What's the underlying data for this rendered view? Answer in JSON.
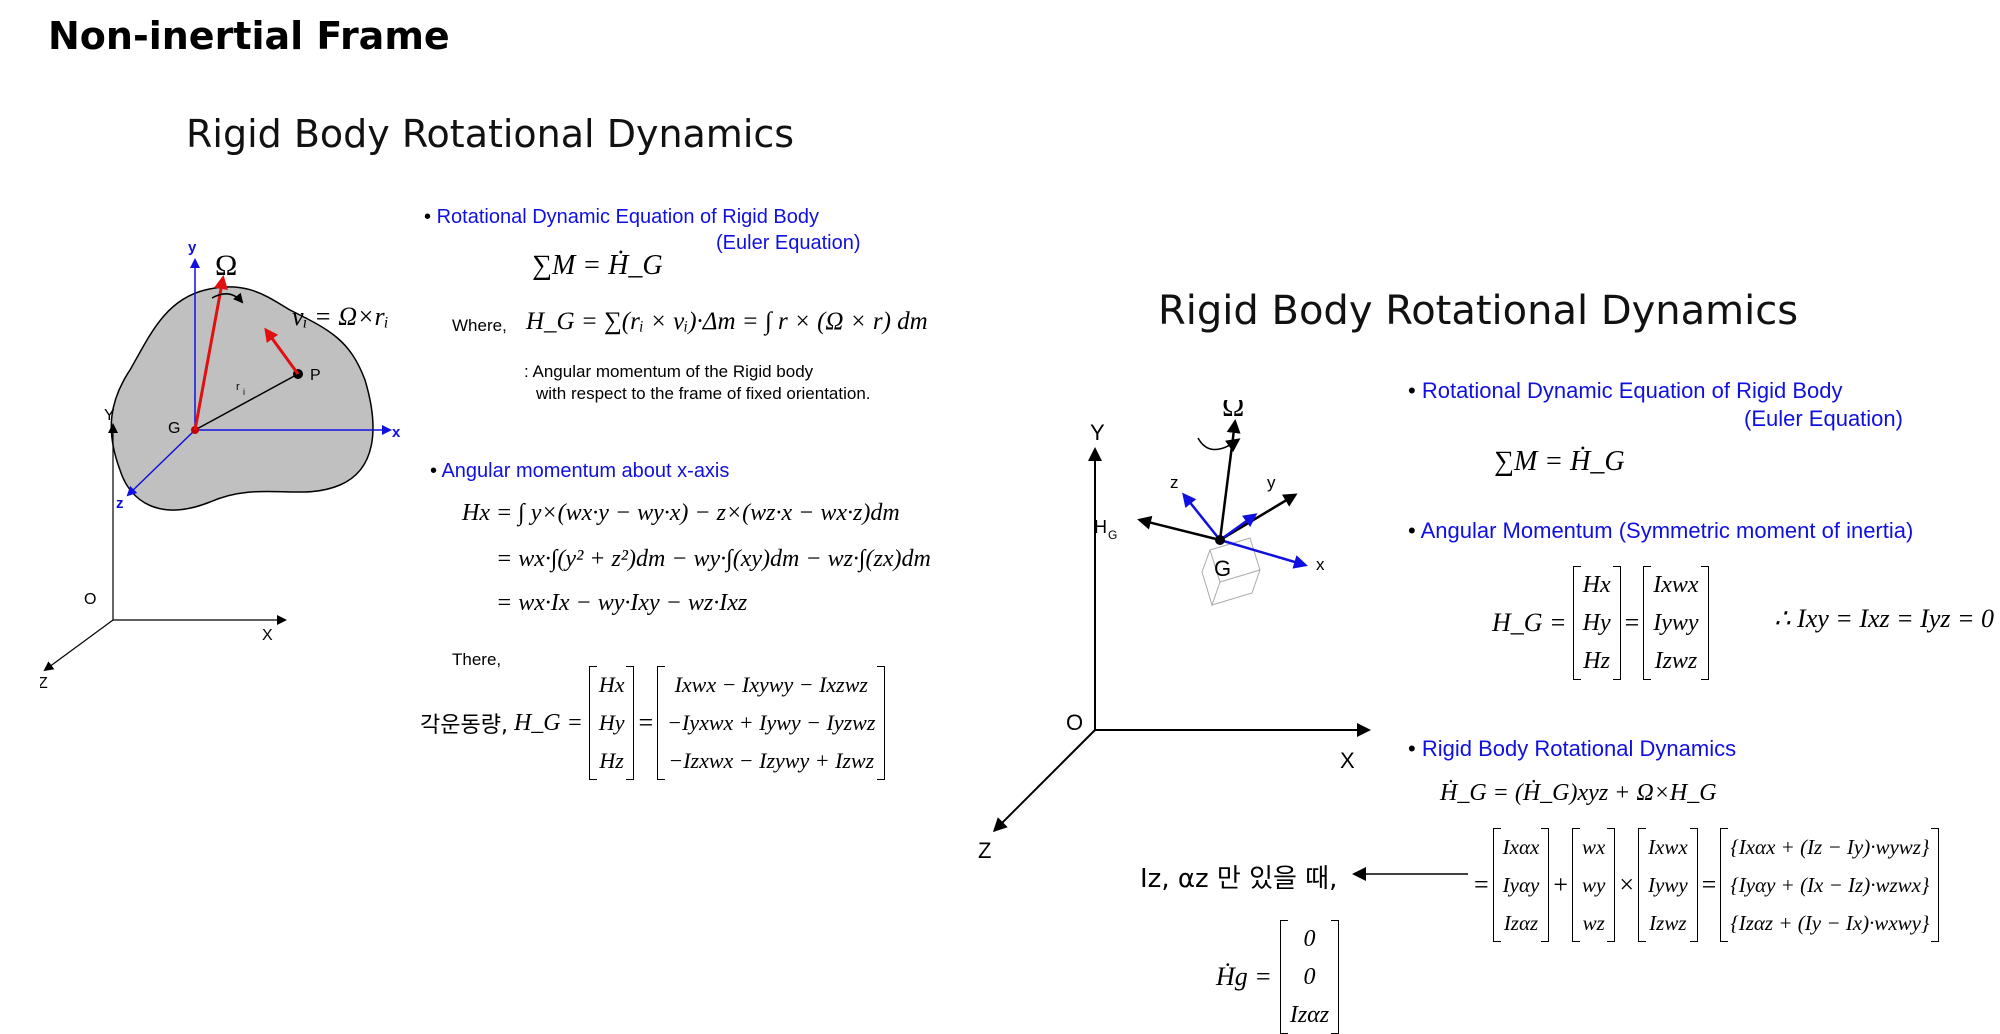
{
  "page_title": "Non-inertial Frame",
  "left": {
    "heading": "Rigid Body Rotational Dynamics",
    "diagram": {
      "omega": "Ω",
      "velocity": "vᵢ = Ω×rᵢ",
      "y_small": "y",
      "x_small": "x",
      "z_small": "z",
      "G": "G",
      "P": "P",
      "r": "rᵢ",
      "Y": "Y",
      "X": "X",
      "Z": "Z",
      "O": "O"
    },
    "bullet1_line1": "Rotational Dynamic Equation of Rigid Body",
    "bullet1_line2": "(Euler Equation)",
    "sum_eq": "∑M = Ḣ_G",
    "where_label": "Where,",
    "where_eq": "H_G = ∑(rᵢ × vᵢ)·Δm = ∫ r × (Ω × r) dm",
    "note_line1": ": Angular momentum of the Rigid body",
    "note_line2": "with respect to the frame of fixed orientation.",
    "bullet2": "Angular momentum about x-axis",
    "hx_line1": "Hx = ∫ y×(wx·y − wy·x) − z×(wz·x − wx·z)dm",
    "hx_line2": "= wx·∫(y² + z²)dm − wy·∫(xy)dm − wz·∫(zx)dm",
    "hx_line3": "= wx·Ix − wy·Ixy − wz·Ixz",
    "there_label": "There,",
    "korean_label": "각운동량,",
    "hg_lhs": "H_G =",
    "hg_vec": [
      "Hx",
      "Hy",
      "Hz"
    ],
    "hg_rhs": [
      "Ixwx − Ixywy − Ixzwz",
      "−Iyxwx + Iywy − Iyzwz",
      "−Izxwx − Izywy + Izwz"
    ]
  },
  "right": {
    "heading": "Rigid Body Rotational Dynamics",
    "diagram": {
      "omega": "Ω",
      "HG": "H",
      "HG_sub": "G",
      "z": "z",
      "y": "y",
      "x": "x",
      "G": "G",
      "Y": "Y",
      "X": "X",
      "Z": "Z",
      "O": "O"
    },
    "bullet1_line1": "Rotational Dynamic Equation of Rigid Body",
    "bullet1_line2": "(Euler Equation)",
    "sum_eq": "∑M = Ḣ_G",
    "bullet2": "Angular Momentum (Symmetric moment of inertia)",
    "hg_lhs": "H_G =",
    "hg_vec": [
      "Hx",
      "Hy",
      "Hz"
    ],
    "hg_rhs": [
      "Ixwx",
      "Iywy",
      "Izwz"
    ],
    "therefore": "∴ Ixy = Ixz = Iyz = 0",
    "bullet3": "Rigid Body Rotational Dynamics",
    "dyn_eq": "Ḣ_G = (Ḣ_G)xyz + Ω×H_G",
    "alpha_vec": [
      "Ixαx",
      "Iyαy",
      "Izαz"
    ],
    "w_vec": [
      "wx",
      "wy",
      "wz"
    ],
    "iw_vec": [
      "Ixwx",
      "Iywy",
      "Izwz"
    ],
    "result_vec": [
      "{Ixαx + (Iz − Iy)·wywz}",
      "{Iyαy + (Ix − Iz)·wzwx}",
      "{Izαz + (Iy − Ix)·wxwy}"
    ],
    "note_text": "Iz, αz 만 있을 때,",
    "hg_dot_lhs": "Ḣg =",
    "hg_dot_vec": [
      "0",
      "0",
      "Izαz"
    ]
  }
}
